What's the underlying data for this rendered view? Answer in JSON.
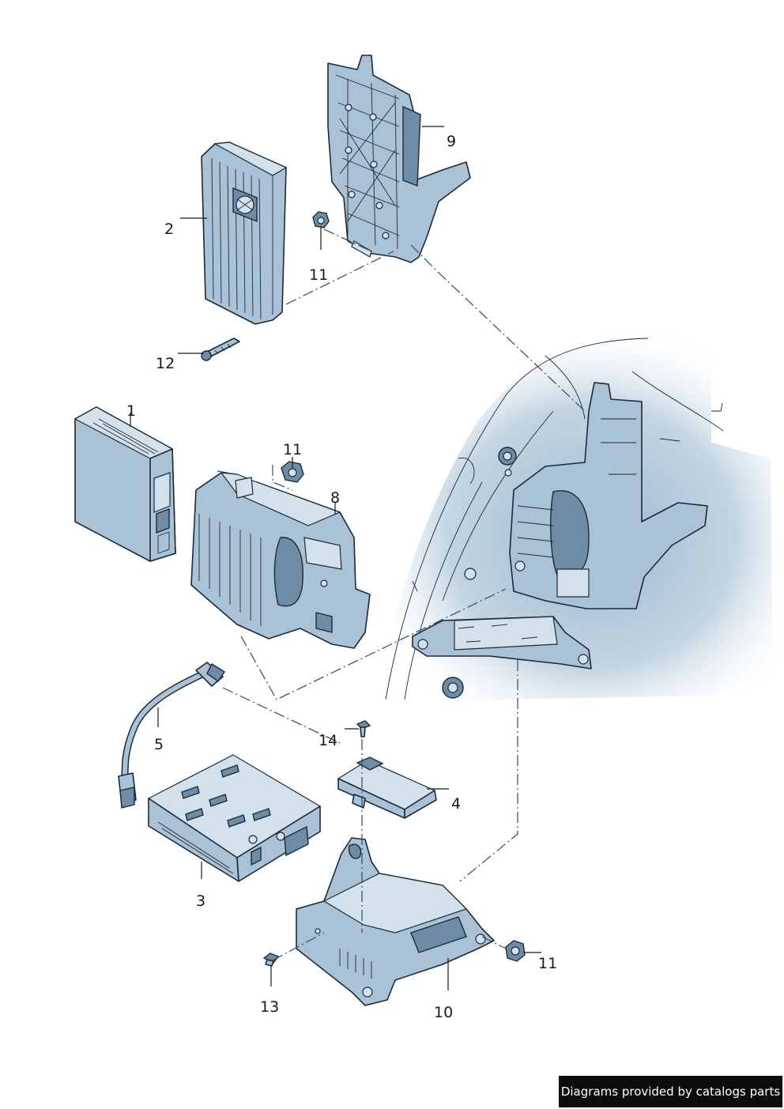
{
  "credit": "Diagrams provided by catalogs parts",
  "callouts": {
    "c1": "1",
    "c2": "2",
    "c3": "3",
    "c4": "4",
    "c5": "5",
    "c8": "8",
    "c9": "9",
    "c10": "10",
    "c11a": "11",
    "c11b": "11",
    "c11c": "11",
    "c12": "12",
    "c13": "13",
    "c14": "14"
  }
}
